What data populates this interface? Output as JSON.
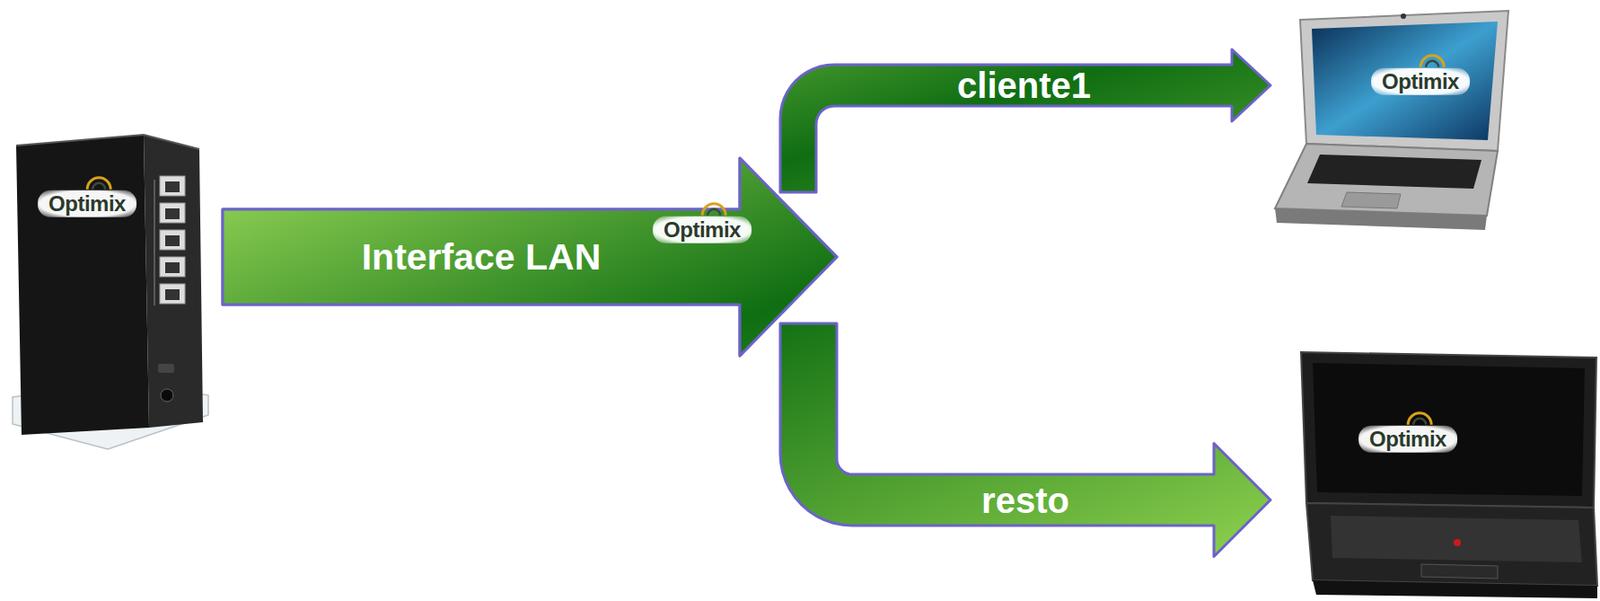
{
  "diagram": {
    "nodes": [
      {
        "text": [
          "Optimix"
        ]
      },
      {
        "text": [
          "Optimix"
        ]
      },
      {
        "text": [
          "Optimix"
        ]
      }
    ],
    "edges": [
      {
        "from": 0,
        "to": 1,
        "arrow": "to",
        "label": "cliente1"
      },
      {
        "from": 0,
        "to": 2,
        "arrow": "to",
        "label": "resto"
      }
    ],
    "labels": [
      "Interface LAN",
      "Optimix"
    ]
  }
}
